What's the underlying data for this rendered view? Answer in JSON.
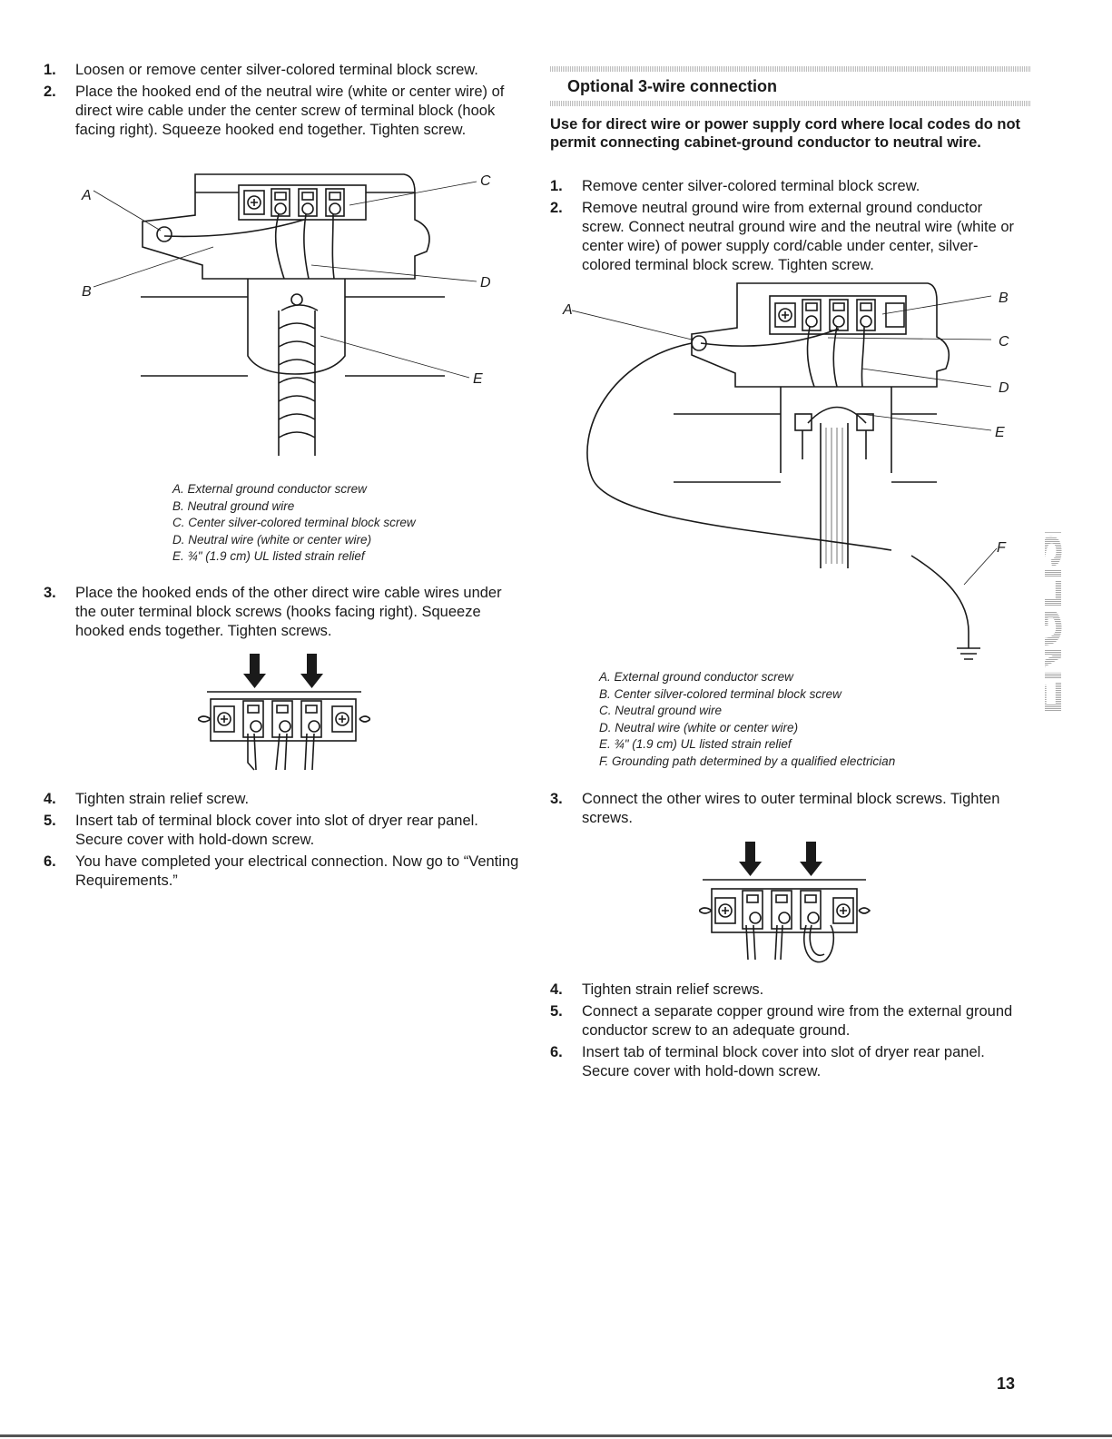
{
  "left_steps_a": [
    {
      "n": "1.",
      "text": "Loosen or remove center silver-colored terminal block screw."
    },
    {
      "n": "2.",
      "text": "Place the hooked end of the neutral wire (white or center wire) of direct wire cable under the center screw of terminal block (hook facing right). Squeeze hooked end together. Tighten screw."
    }
  ],
  "left_fig1_labels": {
    "a": "A",
    "b": "B",
    "c": "C",
    "d": "D",
    "e": "E"
  },
  "left_fig1_caption": [
    "A. External ground conductor screw",
    "B. Neutral ground wire",
    "C. Center silver-colored terminal block screw",
    "D. Neutral wire (white or center wire)",
    "E. ¾\" (1.9 cm) UL listed strain relief"
  ],
  "left_steps_b": [
    {
      "n": "3.",
      "text": "Place the hooked ends of the other direct wire cable wires under the outer terminal block screws (hooks facing right). Squeeze hooked ends together. Tighten screws."
    }
  ],
  "left_steps_c": [
    {
      "n": "4.",
      "text": "Tighten strain relief screw."
    },
    {
      "n": "5.",
      "text": "Insert tab of terminal block cover into slot of dryer rear panel. Secure cover with hold-down screw."
    },
    {
      "n": "6.",
      "text": "You have completed your electrical connection. Now go to “Venting Requirements.”"
    }
  ],
  "right_section_title": "Optional 3-wire connection",
  "right_intro": "Use for direct wire or power supply cord where local codes do not permit connecting cabinet-ground conductor to neutral wire.",
  "right_steps_a": [
    {
      "n": "1.",
      "text": "Remove center silver-colored terminal block screw."
    },
    {
      "n": "2.",
      "text": "Remove neutral ground wire from external ground conductor screw. Connect neutral ground wire and the neutral wire (white or center wire) of power supply cord/cable under center, silver-colored terminal block screw. Tighten screw."
    }
  ],
  "right_fig1_labels": {
    "a": "A",
    "b": "B",
    "c": "C",
    "d": "D",
    "e": "E",
    "f": "F"
  },
  "right_fig1_caption": [
    "A. External ground conductor screw",
    "B. Center silver-colored terminal block screw",
    "C. Neutral ground wire",
    "D. Neutral wire (white or center wire)",
    "E. ¾\" (1.9 cm) UL listed strain relief",
    "F. Grounding path determined by a qualified electrician"
  ],
  "right_steps_b": [
    {
      "n": "3.",
      "text": "Connect the other wires to outer terminal block screws. Tighten screws."
    }
  ],
  "right_steps_c": [
    {
      "n": "4.",
      "text": "Tighten strain relief screws."
    },
    {
      "n": "5.",
      "text": "Connect a separate copper ground wire from the external ground conductor screw to an adequate ground."
    },
    {
      "n": "6.",
      "text": "Insert tab of terminal block cover into slot of dryer rear panel. Secure cover with hold-down screw."
    }
  ],
  "side_tab": "ENGLISH",
  "page_number": "13"
}
